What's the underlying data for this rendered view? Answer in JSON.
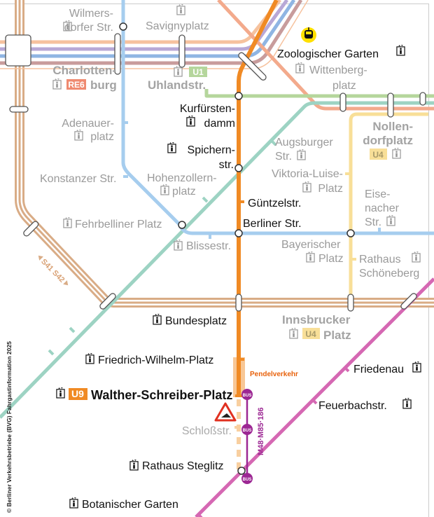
{
  "colors": {
    "u9": "#f08a24",
    "ring": "#d9ac86",
    "u7": "#a6cdee",
    "u1": "#b5d69c",
    "u3": "#9dd3c3",
    "u2": "#f3aa8c",
    "u4": "#f8df98",
    "s1": "#d568b3",
    "bus": "#9c2793",
    "re6": "#ef8a70",
    "pendel": "#e8620c"
  },
  "stations": {
    "wilmersdorfer": [
      "Wilmers-",
      "dorfer Str."
    ],
    "savignyplatz": "Savignyplatz",
    "charlottenburg": [
      "Charlotten-",
      "burg"
    ],
    "charlottenburg_badge": "RE6",
    "uhlandstr": "Uhlandstr.",
    "uhlandstr_badge": "U1",
    "zoo": "Zoologischer Garten",
    "wittenbergplatz": [
      "Wittenberg-",
      "platz"
    ],
    "kurfuerstendamm": [
      "Kurfürsten-",
      "damm"
    ],
    "adenauerplatz": [
      "Adenauer-",
      "platz"
    ],
    "spichernstr": [
      "Spichern-",
      "str."
    ],
    "augsburger": [
      "Augsburger",
      "Str."
    ],
    "nollendorfplatz": [
      "Nollen-",
      "dorfplatz"
    ],
    "nollendorfplatz_badge": "U4",
    "konstanzer": "Konstanzer Str.",
    "hohenzollernplatz": [
      "Hohenzollern-",
      "platz"
    ],
    "viktoria_luise": [
      "Viktoria-Luise-",
      "Platz"
    ],
    "eisenacher": [
      "Eise-",
      "nacher",
      "Str."
    ],
    "guentzelstr": "Güntzelstr.",
    "fehrbelliner": "Fehrbelliner Platz",
    "berliner": "Berliner Str.",
    "blissestr": "Blissestr.",
    "bayerischer": [
      "Bayerischer",
      "Platz"
    ],
    "rathaus_schoeneberg": [
      "Rathaus",
      "Schöneberg"
    ],
    "bundesplatz": "Bundesplatz",
    "innsbrucker": [
      "Innsbrucker",
      "Platz"
    ],
    "innsbrucker_badge": "U4",
    "friedrich_wilhelm": "Friedrich-Wilhelm-Platz",
    "friedenau": "Friedenau",
    "walther_schreiber": "Walther-Schreiber-Platz",
    "walther_schreiber_badge": "U9",
    "schlossstr": "Schloßstr.",
    "feuerbachstr": "Feuerbachstr.",
    "rathaus_steglitz": "Rathaus Steglitz",
    "botanischer": "Botanischer Garten"
  },
  "annotations": {
    "pendelverkehr": "Pendelverkehr",
    "bus_lines": "M48·M85·186",
    "bus_label": "BUS",
    "ring_label": "S41 S42",
    "copyright": "© Berliner Verkehrsbetriebe (BVG) Fahrgastinformation 2025"
  },
  "icons": [
    "elevator-icon",
    "tram-icon",
    "construction-warning-icon",
    "bus-stop-icon"
  ]
}
